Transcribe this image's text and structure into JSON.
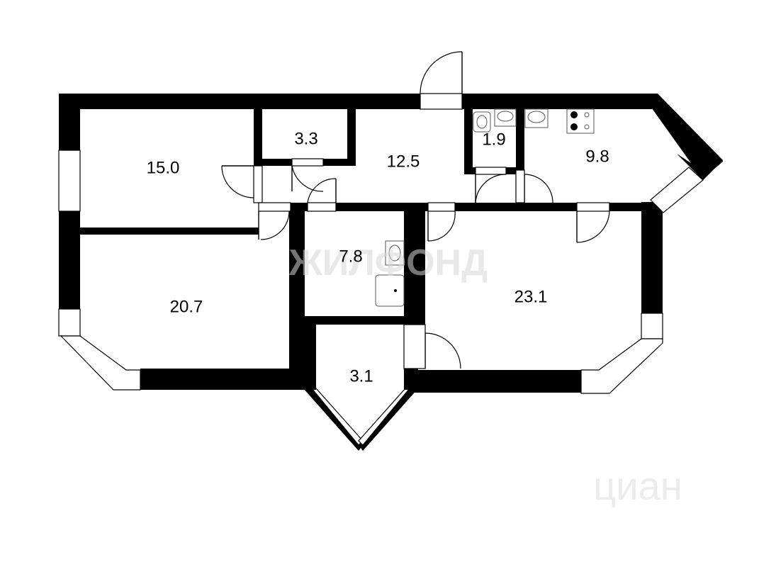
{
  "rooms": [
    {
      "id": "room-15-0",
      "area": "15.0"
    },
    {
      "id": "room-3-3",
      "area": "3.3"
    },
    {
      "id": "room-12-5",
      "area": "12.5"
    },
    {
      "id": "room-1-9",
      "area": "1.9"
    },
    {
      "id": "room-9-8",
      "area": "9.8"
    },
    {
      "id": "room-20-7",
      "area": "20.7"
    },
    {
      "id": "room-7-8",
      "area": "7.8"
    },
    {
      "id": "room-23-1",
      "area": "23.1"
    },
    {
      "id": "room-3-1",
      "area": "3.1"
    }
  ],
  "watermarks": {
    "primary": "ЖИЛФОНД",
    "secondary": "циан"
  },
  "colors": {
    "wall": "#000000",
    "background": "#ffffff",
    "watermark": "#d6d6d6"
  }
}
